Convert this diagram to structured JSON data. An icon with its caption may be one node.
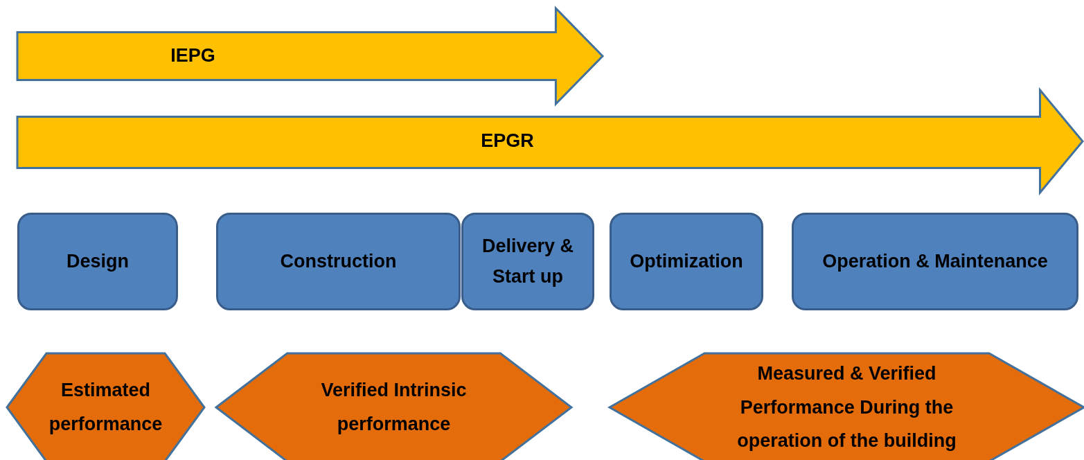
{
  "diagram": {
    "nodes": [
      {
        "text": [
          "IEPG"
        ]
      },
      {
        "text": [
          "EPGR"
        ]
      },
      {
        "text": [
          "Design"
        ]
      },
      {
        "text": [
          "Construction"
        ]
      },
      {
        "text": [
          "Delivery & Start up"
        ]
      },
      {
        "text": [
          "Optimization"
        ]
      },
      {
        "text": [
          "Operation & Maintenance"
        ]
      },
      {
        "text": [
          "Estimated performance"
        ]
      },
      {
        "text": [
          "Verified Intrinsic performance"
        ]
      },
      {
        "text": [
          "Measured & Verified Performance During the operation of the building"
        ]
      }
    ]
  }
}
